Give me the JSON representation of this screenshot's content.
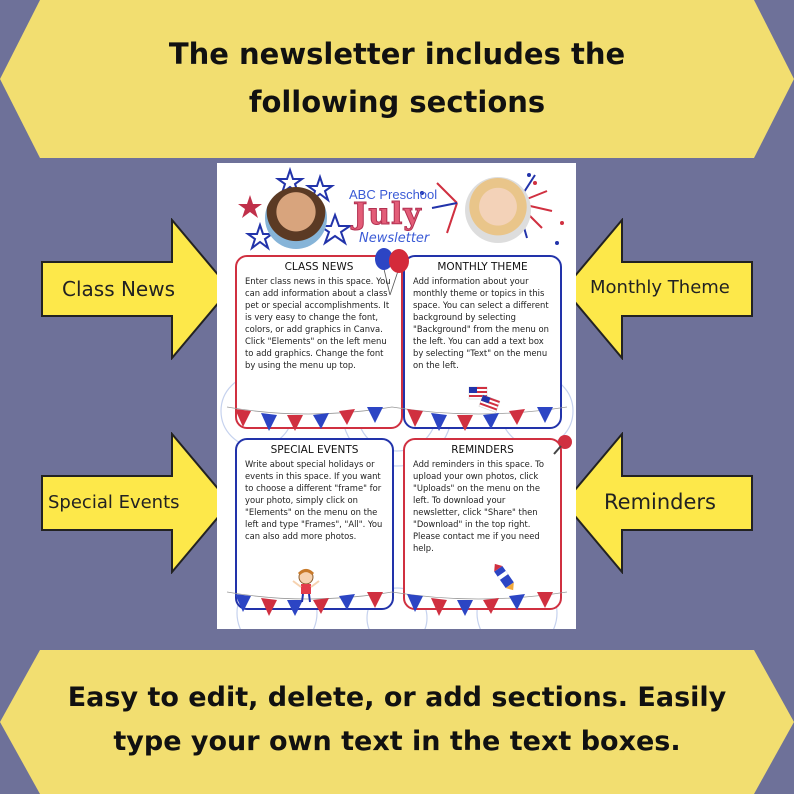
{
  "header": {
    "text": "The newsletter includes the following sections",
    "line1": "The newsletter includes the",
    "line2": "following sections"
  },
  "footer": {
    "line1": "Easy to edit, delete, or add sections. Easily",
    "line2": "type your own text in the text boxes."
  },
  "labels": {
    "class_news": "Class News",
    "monthly_theme": "Monthly Theme",
    "special_events": "Special Events",
    "reminders": "Reminders"
  },
  "newsletter": {
    "school": "ABC Preschool",
    "month": "July",
    "subtitle": "Newsletter",
    "sections": {
      "class_news": {
        "title": "CLASS NEWS",
        "text": "Enter class news in this space. You can add information about a class pet or special accomplishments. It is very easy to change the font, colors, or add graphics in Canva. Click \"Elements\" on the left menu to add graphics. Change the font by using the menu up top."
      },
      "monthly_theme": {
        "title": "MONTHLY THEME",
        "text": "Add information about your monthly theme or topics in this space.  You can select a different background by selecting \"Background\" from the menu on the left. You can add a text box by selecting \"Text\" on the menu on the left."
      },
      "special_events": {
        "title": "SPECIAL EVENTS",
        "text": "Write about special holidays or events in this space. If you want to choose a different \"frame\" for your photo, simply click on \"Elements\" on the menu on the left and type \"Frames\", \"All\". You can also add more photos."
      },
      "reminders": {
        "title": "REMINDERS",
        "text": "Add reminders in this space. To upload your own photos, click \"Uploads\" on the menu on the left. To download your newsletter, click \"Share\" then \"Download\" in the top right. Please contact me if you need help."
      }
    }
  },
  "colors": {
    "banner": "#f2de70",
    "background": "#6e7199",
    "arrow": "#fde84a",
    "card_border": "#2233aa",
    "card_border_red": "#d03040",
    "month": "#e35d78",
    "brand": "#3b5bd6"
  },
  "icons": [
    "star-icon",
    "balloon-icon",
    "flag-icon",
    "bunting-icon",
    "firework-icon",
    "pushpin-icon",
    "rocket-icon",
    "girl-icon"
  ]
}
